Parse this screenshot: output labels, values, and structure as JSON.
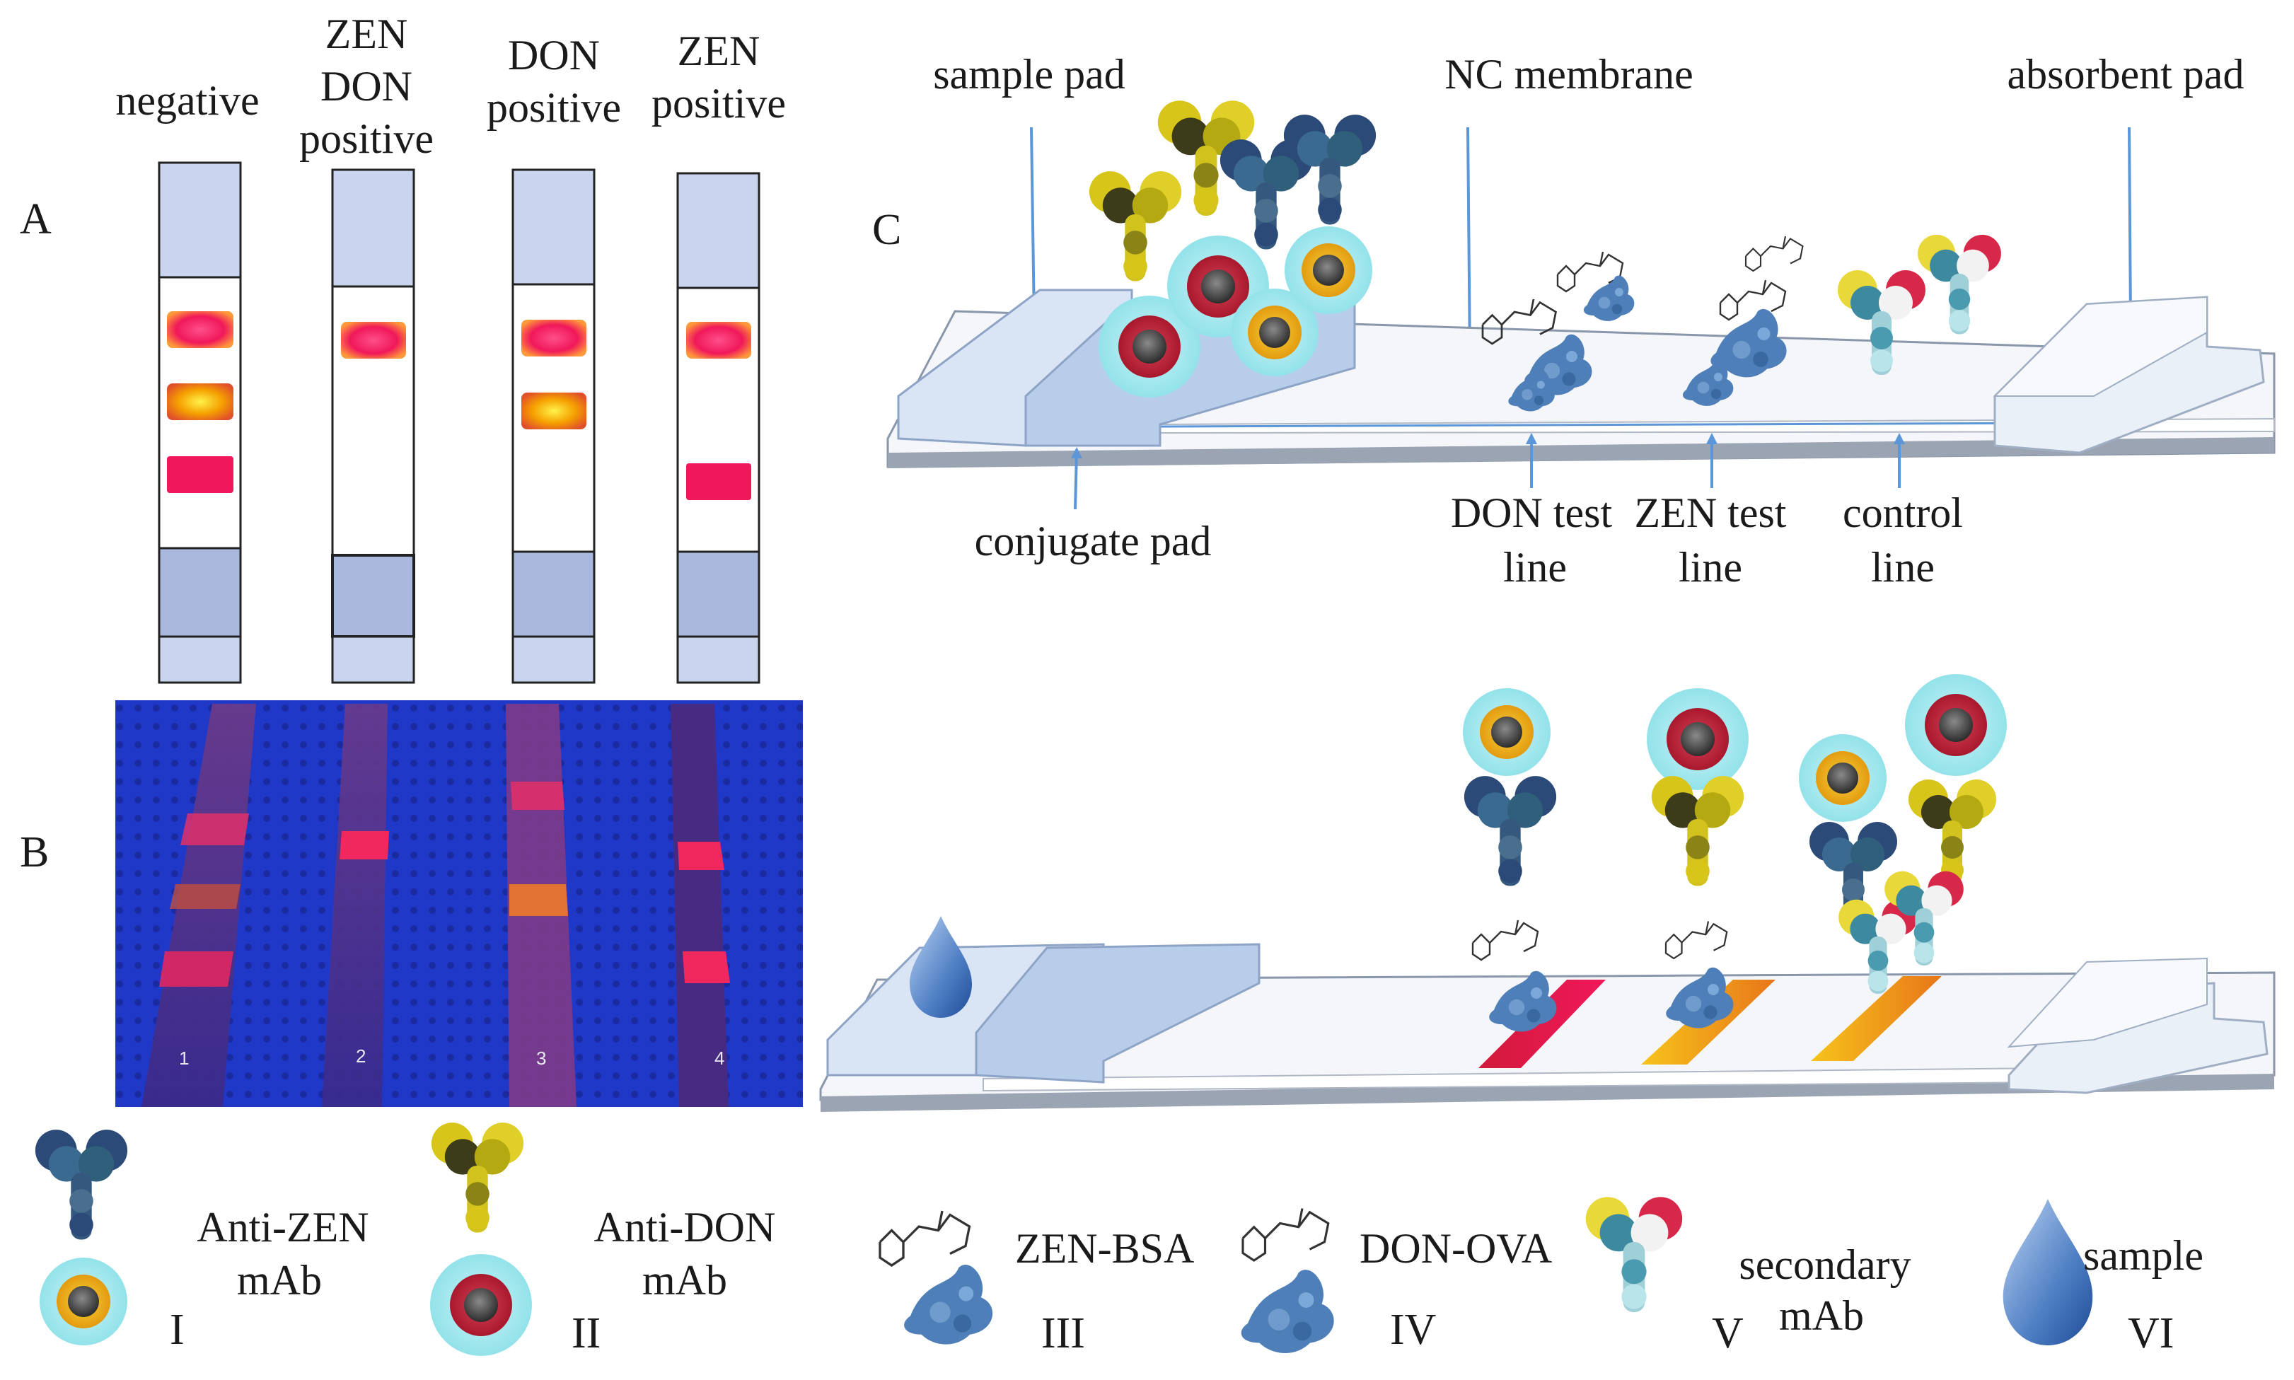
{
  "panels": {
    "a": "A",
    "b": "B",
    "c": "C"
  },
  "strip_headers": {
    "negative": [
      "negative"
    ],
    "zen_don_positive": [
      "ZEN",
      "DON",
      "positive"
    ],
    "don_positive": [
      "DON",
      "positive"
    ],
    "zen_positive": [
      "ZEN",
      "positive"
    ]
  },
  "photo_strip_numbers": [
    "1",
    "2",
    "3",
    "4"
  ],
  "parts": {
    "sample_pad": "sample pad",
    "nc_membrane": "NC membrane",
    "absorbent_pad": "absorbent pad",
    "conjugate_pad": "conjugate pad",
    "don_test_line": [
      "DON test",
      "line"
    ],
    "zen_test_line": [
      "ZEN test",
      "line"
    ],
    "control_line": [
      "control",
      "line"
    ]
  },
  "legend": [
    {
      "numeral": "I",
      "text": [
        "Anti-ZEN",
        "mAb"
      ]
    },
    {
      "numeral": "II",
      "text": [
        "Anti-DON",
        "mAb"
      ]
    },
    {
      "numeral": "III",
      "text": [
        "ZEN-BSA"
      ]
    },
    {
      "numeral": "IV",
      "text": [
        "DON-OVA"
      ]
    },
    {
      "numeral": "V",
      "text": [
        "secondary",
        "mAb"
      ]
    },
    {
      "numeral": "VI",
      "text": [
        "sample"
      ]
    }
  ],
  "colors": {
    "line_red": "#f0185a",
    "line_orange": "#f5a000",
    "pad_blue": "#c9d4ef",
    "pad_dark": "#a9b8dc",
    "photo_bg": "#1f38c8",
    "arrow_blue": "#5b97d8"
  }
}
